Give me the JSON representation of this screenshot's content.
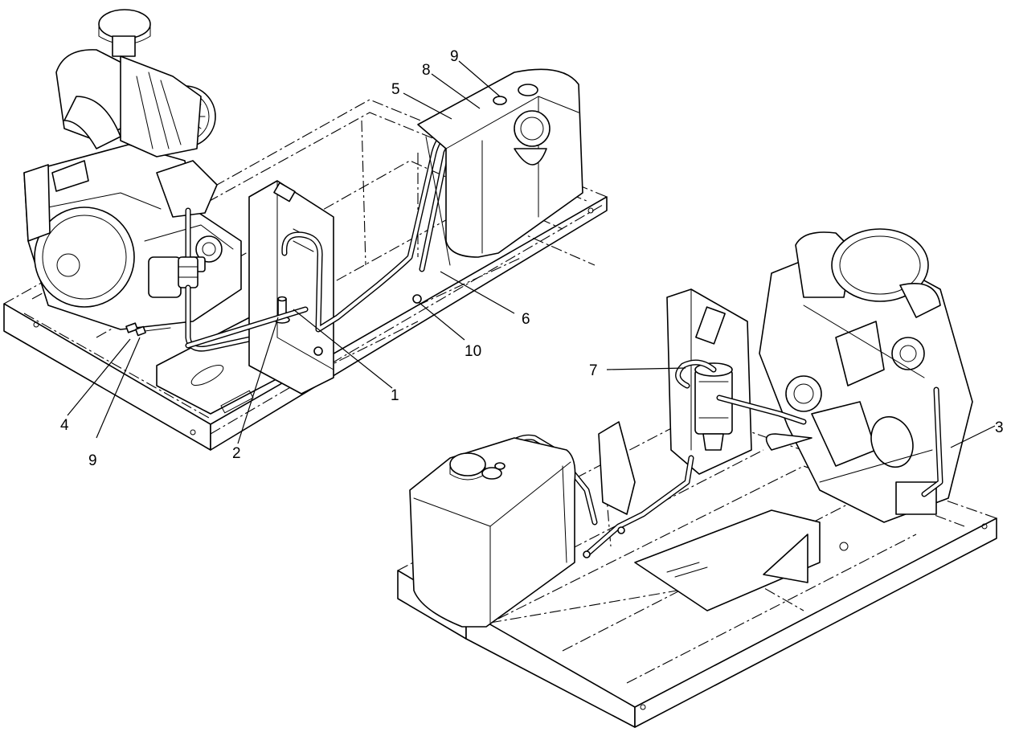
{
  "diagram": {
    "callouts": [
      {
        "id": "c1",
        "text": "1"
      },
      {
        "id": "c2",
        "text": "2"
      },
      {
        "id": "c3",
        "text": "3"
      },
      {
        "id": "c4",
        "text": "4"
      },
      {
        "id": "c5",
        "text": "5"
      },
      {
        "id": "c6",
        "text": "6"
      },
      {
        "id": "c7",
        "text": "7"
      },
      {
        "id": "c8",
        "text": "8"
      },
      {
        "id": "c9a",
        "text": "9"
      },
      {
        "id": "c9b",
        "text": "9"
      },
      {
        "id": "c10",
        "text": "10"
      }
    ]
  }
}
